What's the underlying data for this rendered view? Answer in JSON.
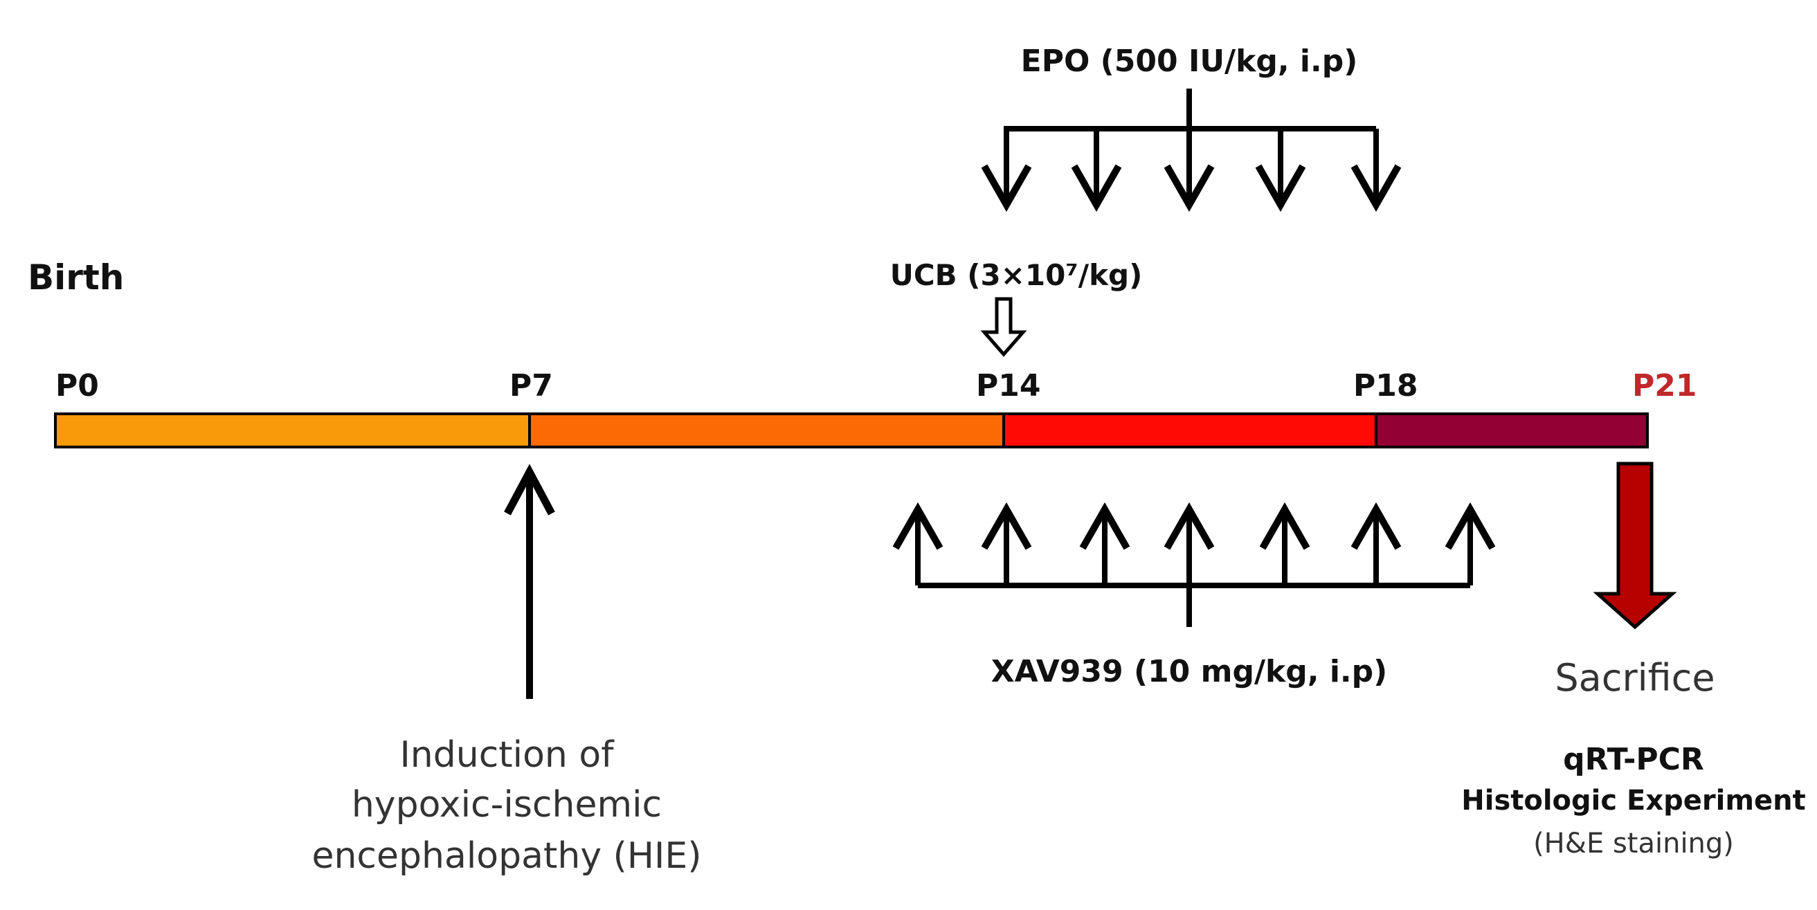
{
  "birth_label": "Birth",
  "timepoints": [
    {
      "label": "P0"
    },
    {
      "label": "P7"
    },
    {
      "label": "P14"
    },
    {
      "label": "P18"
    },
    {
      "label": "P21"
    }
  ],
  "segment_colors": [
    "#F89A0A",
    "#FB6A05",
    "#FF0A05",
    "#930033"
  ],
  "p21_color": "#C0282A",
  "epo": {
    "label": "EPO (500 IU/kg, i.p)",
    "dose_count": 5
  },
  "ucb": {
    "label": "UCB (3×10⁷/kg)"
  },
  "xav939": {
    "label": "XAV939 (10 mg/kg, i.p)",
    "dose_count": 7
  },
  "induction": {
    "line1": "Induction  of",
    "line2": "hypoxic-ischemic",
    "line3": "encephalopathy  (HIE)"
  },
  "sacrifice": {
    "label": "Sacrifice",
    "arrow_color": "#B70000",
    "method1": "qRT-PCR",
    "method2": "Histologic Experiment",
    "method3": "(H&E staining)"
  }
}
